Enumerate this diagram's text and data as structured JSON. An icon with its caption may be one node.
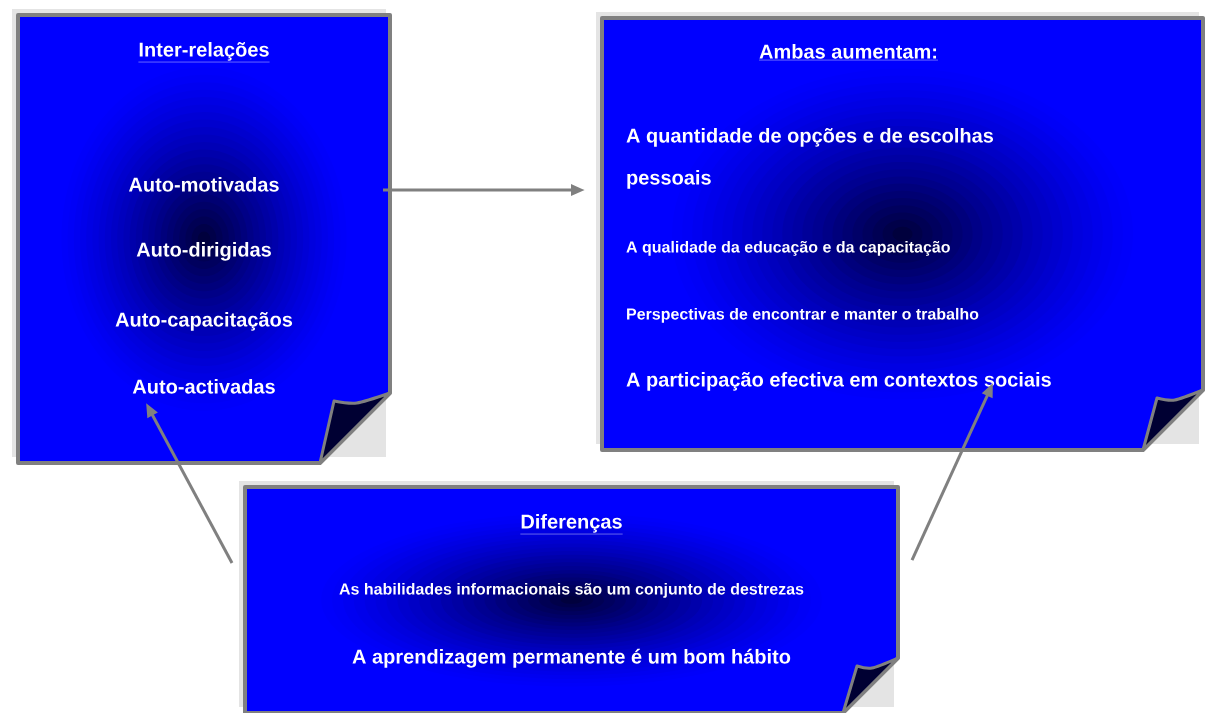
{
  "diagram": {
    "nodes": [
      {
        "text": [
          "Inter-relações",
          "Auto-motivadas",
          "Auto-dirigidas",
          "Auto-capacitaçãos",
          "Auto-activadas"
        ]
      },
      {
        "text": [
          "Ambas aumentam:",
          "A quantidade de opções e de escolhas pessoais",
          "A qualidade da educação e da capacitação",
          "Perspectivas de encontrar e manter o trabalho",
          "A participação efectiva em contextos sociais"
        ]
      },
      {
        "text": [
          "Diferenças",
          "As habilidades informacionais são um conjunto de destrezas",
          "A aprendizagem permanente é um bom hábito"
        ]
      }
    ],
    "edges": [
      {
        "from": 0,
        "to": 1,
        "arrow": "to"
      },
      {
        "from": 2,
        "to": 0,
        "arrow": "to"
      },
      {
        "from": 2,
        "to": 1,
        "arrow": "to"
      }
    ]
  }
}
